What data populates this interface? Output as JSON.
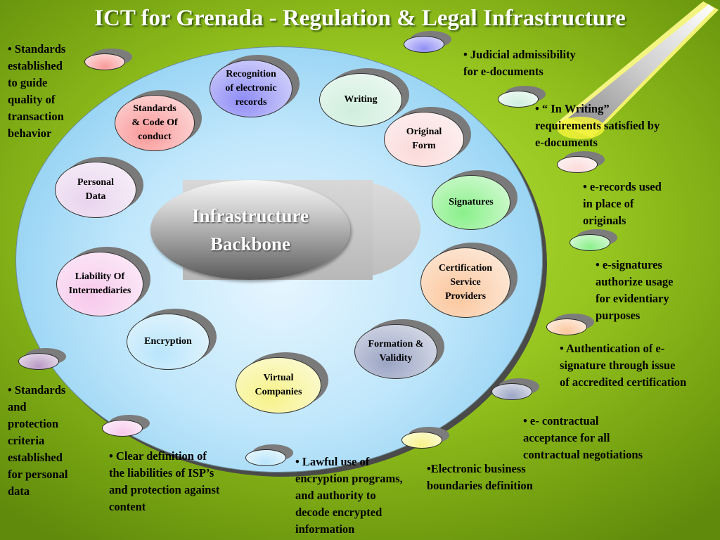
{
  "title": "ICT for Grenada -  Regulation & Legal Infrastructure",
  "backbone": "Infrastructure\nBackbone",
  "nodes": [
    {
      "key": "recognition",
      "label": "Recognition\nof electronic\nrecords",
      "color": "#8f8df5"
    },
    {
      "key": "writing",
      "label": "Writing",
      "color": "#cfeedd"
    },
    {
      "key": "original-form",
      "label": "Original\nForm",
      "color": "#fbdada"
    },
    {
      "key": "signatures",
      "label": "Signatures",
      "color": "#8af08a"
    },
    {
      "key": "certification",
      "label": "Certification\nService\nProviders",
      "color": "#fbc79e"
    },
    {
      "key": "formation",
      "label": "Formation &\nValidity",
      "color": "#9aa4c4"
    },
    {
      "key": "virtual",
      "label": "Virtual\nCompanies",
      "color": "#f6f28a"
    },
    {
      "key": "encryption",
      "label": "Encryption",
      "color": "#b9e5fb"
    },
    {
      "key": "liability",
      "label": "Liability Of\nIntermediaries",
      "color": "#f7c9ec"
    },
    {
      "key": "personal-data",
      "label": "Personal\nData",
      "color": "#e9d4ee"
    },
    {
      "key": "standards",
      "label": "Standards\n& Code Of\nconduct",
      "color": "#fa9a9a"
    }
  ],
  "notes": {
    "standards": "• Standards\nestablished\nto guide\nquality of\ntransaction\nbehavior",
    "protection": "• Standards\nand\nprotection\ncriteria\nestablished\nfor personal\ndata",
    "liabilities": "• Clear definition of\nthe liabilities of ISP’s\nand protection against\ncontent",
    "encryption": "• Lawful use of\nencryption programs,\nand authority to\ndecode encrypted\ninformation",
    "boundaries": "•Electronic business\nboundaries definition",
    "contractual": "• e- contractual\nacceptance for all\ncontractual negotiations",
    "authentication": "• Authentication of e-\nsignature through issue\nof accredited certification",
    "esignatures": "• e-signatures\nauthorize usage\nfor evidentiary\npurposes",
    "erecords": "• e-records used\nin place of\noriginals",
    "in_writing": "• “ In Writing”\nrequirements satisfied by\ne-documents",
    "judicial": "• Judicial  admissibility\nfor e-documents"
  },
  "colors": {
    "background": "#97c620",
    "ellipse": "#bfe6fb",
    "beam": "#f2f23a"
  }
}
